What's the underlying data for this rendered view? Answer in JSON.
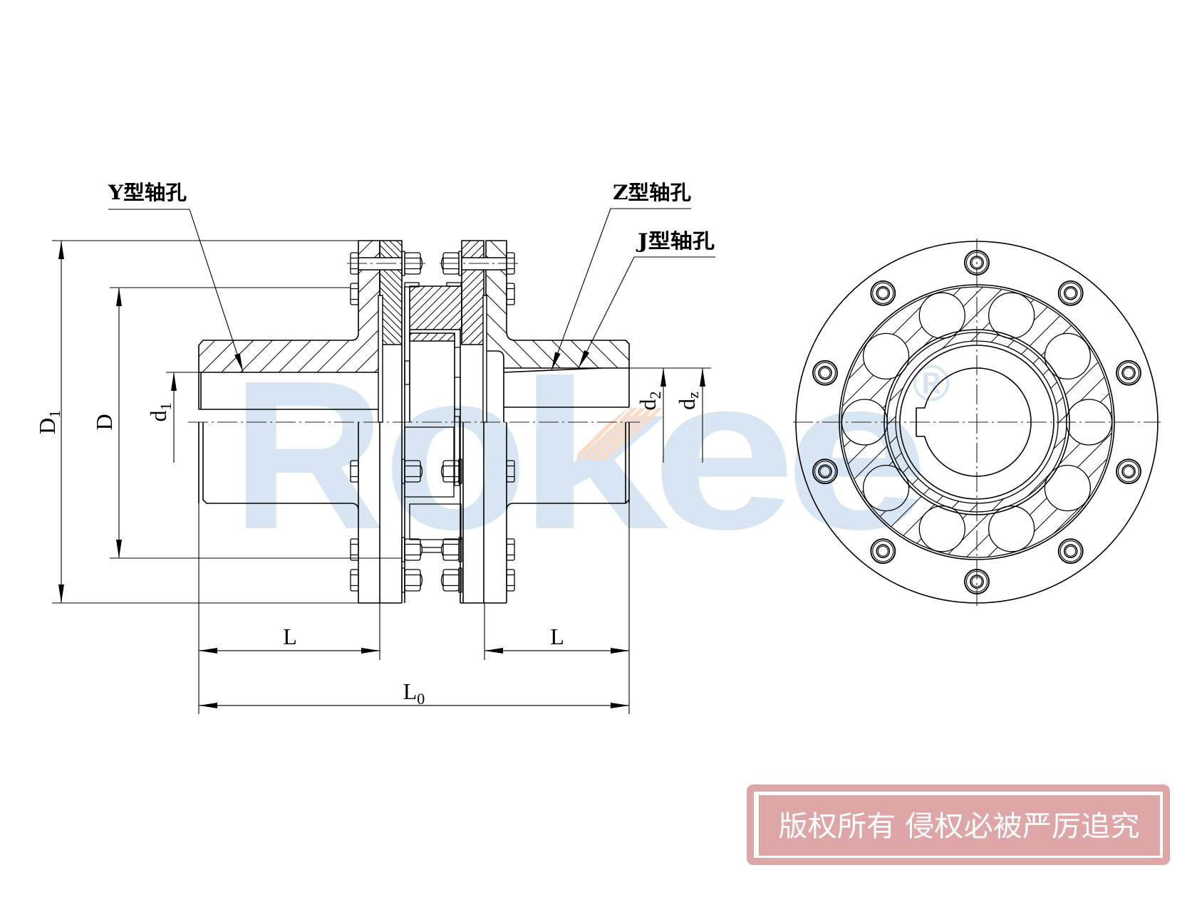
{
  "drawing": {
    "labels": {
      "y_bore": "Y型轴孔",
      "z_bore": "Z型轴孔",
      "j_bore": "J型轴孔"
    },
    "dimensions": {
      "D1": {
        "main": "D",
        "sub": "1"
      },
      "D": {
        "main": "D"
      },
      "d1": {
        "main": "d",
        "sub": "1"
      },
      "d2": {
        "main": "d",
        "sub": "2"
      },
      "dz": {
        "main": "d",
        "sub": "z"
      },
      "L_left": {
        "main": "L"
      },
      "L_right": {
        "main": "L"
      },
      "L0": {
        "main": "L",
        "sub": "0"
      }
    }
  },
  "watermark": {
    "letters": [
      "R",
      "o",
      "k",
      "e",
      "e"
    ],
    "registered": "®",
    "color": "#d8e6f3",
    "accent_color": "#fcdcc4"
  },
  "stamp": {
    "text": "版权所有 侵权必被严厉追究",
    "fill_color": "#dfa6a8",
    "text_color": "#ffffff"
  },
  "colors": {
    "line": "#000000",
    "background": "#ffffff"
  }
}
